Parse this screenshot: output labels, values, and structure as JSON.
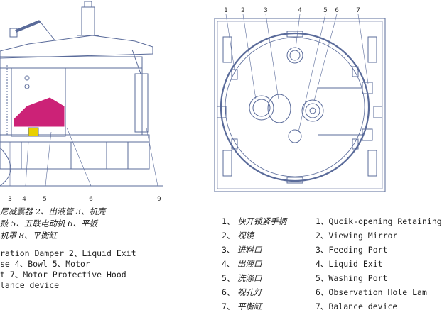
{
  "colors": {
    "line": "#5a6b9a",
    "accent": "#cc2277",
    "yellow": "#e8d000",
    "text": "#1e1e1e"
  },
  "left_view": {
    "callouts": [
      "3",
      "4",
      "5",
      "6",
      "9"
    ],
    "legend_cn": [
      "尼减震器  2、出液管  3、机壳",
      "鼓  5、五联电动机  6、平板",
      "机罩  8、平衡缸"
    ],
    "legend_en": [
      "ration Damper   2、Liquid Exit",
      "se   4、Bowl   5、Motor",
      "t   7、Motor Protective Hood",
      "lance device"
    ]
  },
  "right_view": {
    "callouts": [
      "1",
      "2",
      "3",
      "4",
      "5",
      "6",
      "7"
    ],
    "parts": [
      {
        "num": "1、",
        "cn": "快开锁紧手柄",
        "en": "1、Qucik-opening Retaining"
      },
      {
        "num": "2、",
        "cn": "视镜",
        "en": "2、Viewing Mirror"
      },
      {
        "num": "3、",
        "cn": "进料口",
        "en": "3、Feeding Port"
      },
      {
        "num": "4、",
        "cn": "出液口",
        "en": "4、Liquid Exit"
      },
      {
        "num": "5、",
        "cn": "洗涤口",
        "en": "5、Washing Port"
      },
      {
        "num": "6、",
        "cn": "视孔灯",
        "en": "6、Observation Hole Lam"
      },
      {
        "num": "7、",
        "cn": "平衡缸",
        "en": "7、Balance device"
      }
    ]
  }
}
